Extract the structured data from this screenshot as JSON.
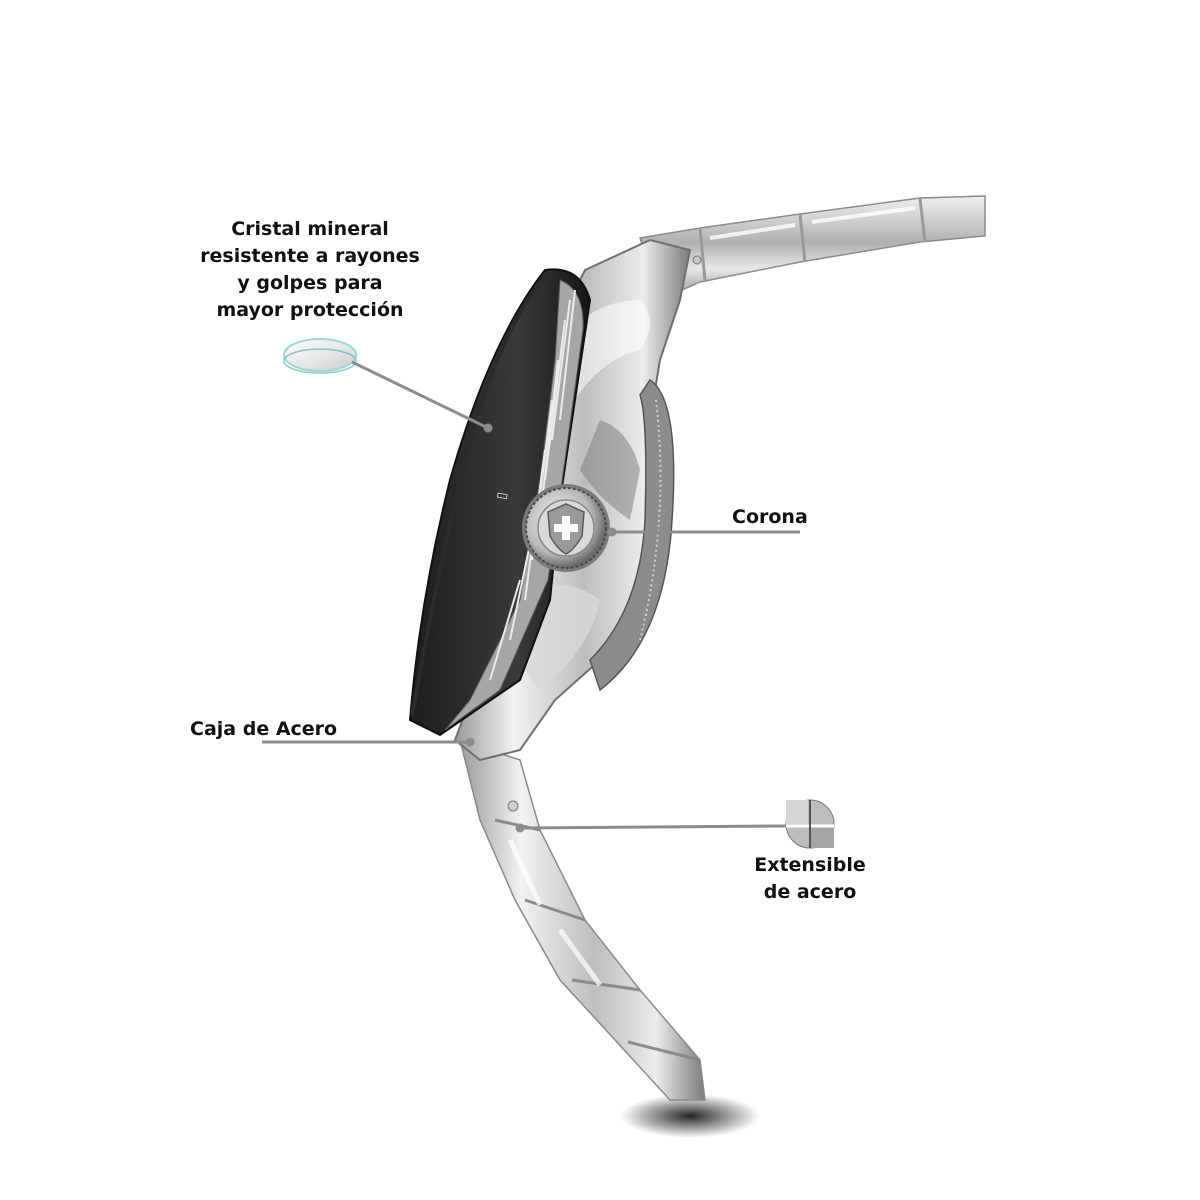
{
  "callouts": {
    "crystal": {
      "lines": [
        "Cristal mineral",
        "resistente a rayones",
        "y golpes para",
        "mayor protección"
      ]
    },
    "crown": {
      "text": "Corona"
    },
    "case": {
      "text": "Caja de Acero"
    },
    "bracelet": {
      "lines": [
        "Extensible",
        "de acero"
      ]
    }
  },
  "colors": {
    "steel_light": "#e6e6e6",
    "steel_mid": "#b4b4b4",
    "steel_dark": "#5c5c5c",
    "bezel_dark": "#2a2a2a",
    "leader_line": "#8c8c8c",
    "text": "#111111",
    "crystal_tint": "#9fd6d2"
  },
  "icons": [
    "crystal-disc-icon",
    "swiss-cross-shield-icon",
    "bracelet-link-icon"
  ]
}
